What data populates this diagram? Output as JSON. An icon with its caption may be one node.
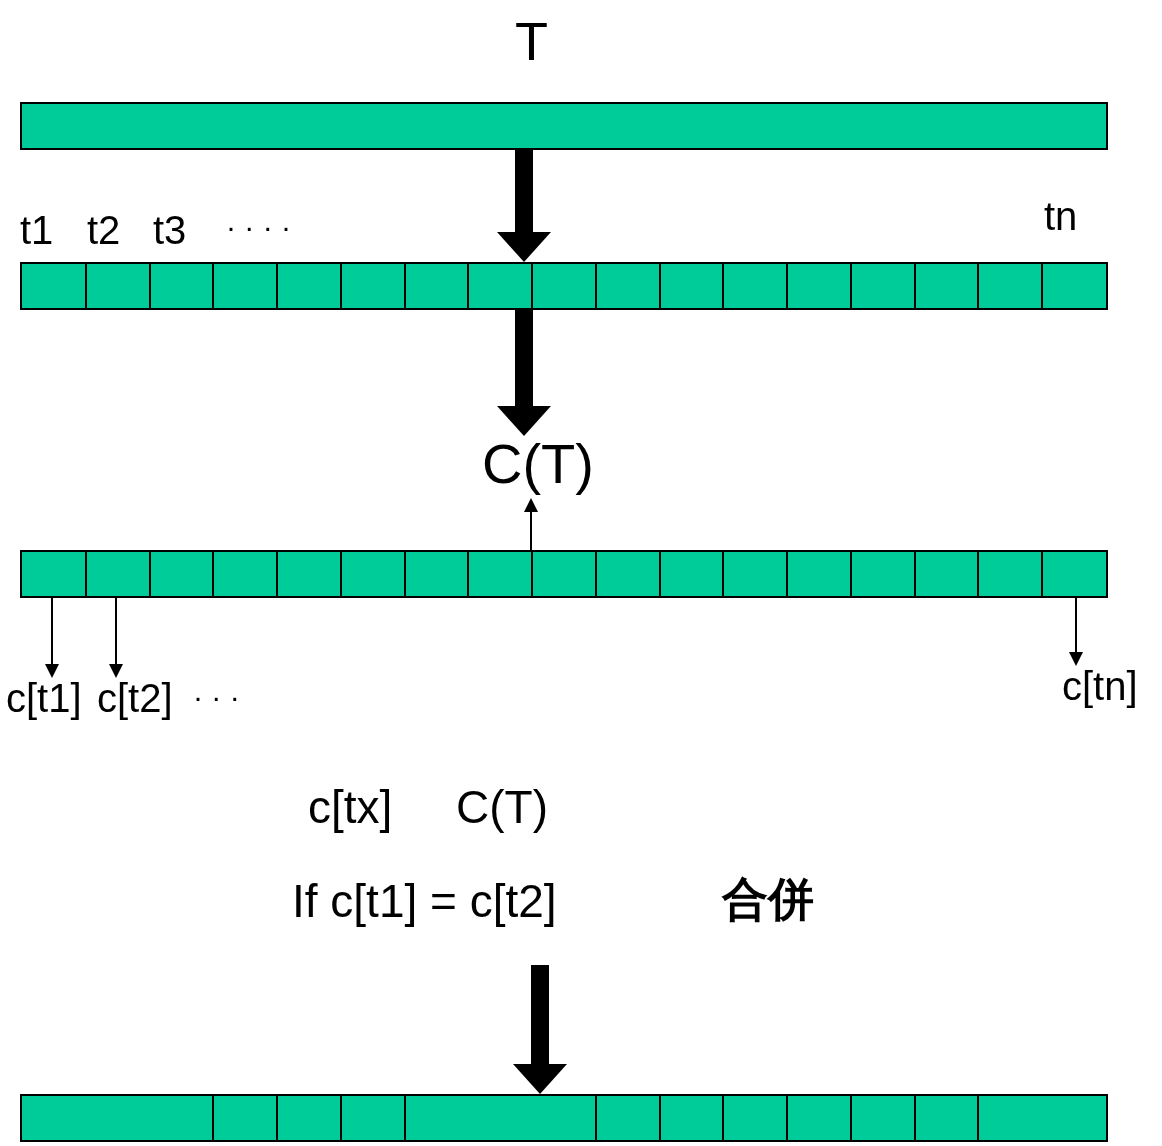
{
  "diagram": {
    "nodes": [
      {
        "text": [
          "T"
        ]
      },
      {
        "text": [],
        "shape": "bar"
      },
      {
        "text": [
          "C(T)"
        ]
      },
      {
        "text": [],
        "shape": "bar"
      },
      {
        "text": [
          "c[t1]"
        ]
      },
      {
        "text": [
          "c[t2]"
        ]
      },
      {
        "text": [
          "c[tn]"
        ]
      },
      {
        "text": [],
        "shape": "bar"
      }
    ],
    "edges": [
      {
        "from": 0,
        "to": 1,
        "arrow": "to",
        "style": "thick"
      },
      {
        "from": 1,
        "to": 2,
        "arrow": "to",
        "style": "thick"
      },
      {
        "from": 3,
        "to": 2,
        "arrow": "to"
      },
      {
        "from": 3,
        "to": 4,
        "arrow": "to"
      },
      {
        "from": 3,
        "to": 5,
        "arrow": "to"
      },
      {
        "from": 3,
        "to": 6,
        "arrow": "to"
      },
      {
        "from": null,
        "to": 7,
        "arrow": "to",
        "style": "thick"
      }
    ],
    "labels": [
      "t1",
      "t2",
      "t3",
      "· · · ·",
      "tn",
      "· · ·",
      "c[tx]",
      "C(T)",
      "If c[t1] = c[t2]",
      "合併"
    ]
  }
}
